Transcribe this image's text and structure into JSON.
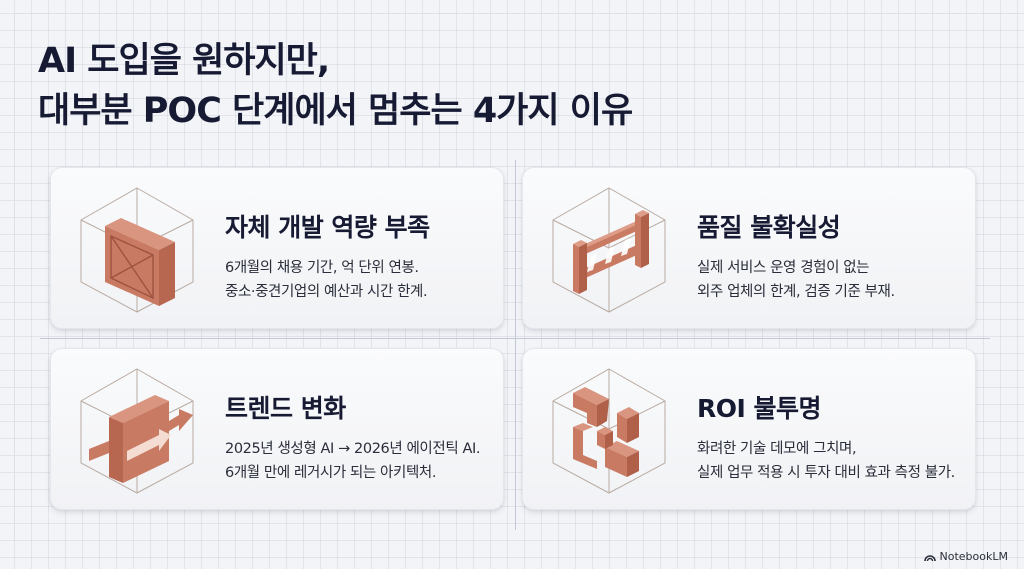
{
  "title": {
    "line1": "AI 도입을 원하지만,",
    "line2": "대부분 POC 단계에서 멈추는 4가지 이유"
  },
  "cards": [
    {
      "heading": "자체 개발 역량 부족",
      "desc_line1": "6개월의 채용 기간, 억 단위 연봉.",
      "desc_line2": "중소·중견기업의 예산과 시간 한계.",
      "icon": "crossed-block-icon"
    },
    {
      "heading": "품질 불확실성",
      "desc_line1": "실제 서비스 운영 경험이 없는",
      "desc_line2": "외주 업체의 한계, 검증 기준 부재.",
      "icon": "broken-gate-icon"
    },
    {
      "heading": "트렌드 변화",
      "desc_line1": "2025년 생성형 AI → 2026년 에이전틱 AI.",
      "desc_line2": "6개월 만에 레거시가 되는 아키텍처.",
      "icon": "arrow-through-block-icon"
    },
    {
      "heading": "ROI 불투명",
      "desc_line1": "화려한 기술 데모에 그치며,",
      "desc_line2": "실제 업무 적용 시 투자 대비 효과 측정 불가.",
      "icon": "fragmented-blocks-icon"
    }
  ],
  "footer": {
    "brand": "NotebookLM"
  },
  "colors": {
    "title": "#161a33",
    "accent_block": "#c97a62",
    "accent_block_dark": "#a85d48",
    "cube_outline": "#b9a89e",
    "background": "#f3f4f7"
  }
}
